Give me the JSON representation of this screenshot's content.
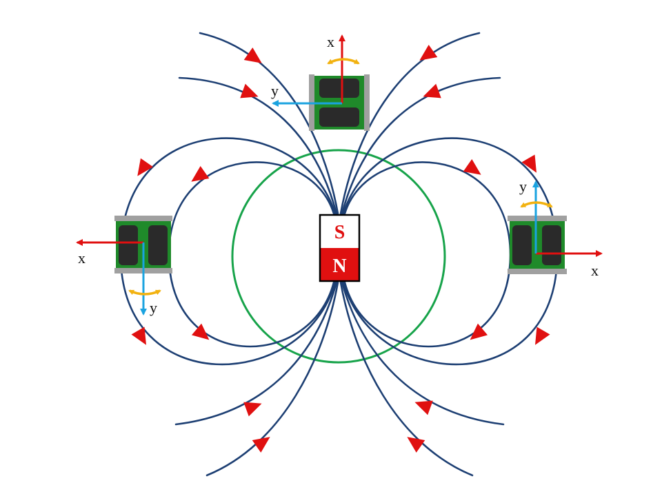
{
  "magnet": {
    "south_label": "S",
    "north_label": "N"
  },
  "satellites": [
    {
      "id": "top",
      "x_label": "x",
      "y_label": "y"
    },
    {
      "id": "left",
      "x_label": "x",
      "y_label": "y"
    },
    {
      "id": "right",
      "x_label": "x",
      "y_label": "y"
    }
  ],
  "colors": {
    "field_line": "#1d3f73",
    "field_arrow": "#e01010",
    "orbit": "#17a34a",
    "x_axis": "#e01010",
    "y_axis": "#1aa3e0",
    "rotation_arrow": "#f2b210",
    "magnet_south_bg": "#ffffff",
    "magnet_north_bg": "#e01010",
    "magnet_south_text": "#e01010",
    "magnet_north_text": "#ffffff",
    "satellite_board": "#1f8a2a",
    "satellite_panel": "#2a2a2a",
    "satellite_rail": "#a0a0a0"
  },
  "icons": {
    "field_direction": "red-triangle-arrowhead",
    "rotation": "double-headed-curved-arrow"
  }
}
